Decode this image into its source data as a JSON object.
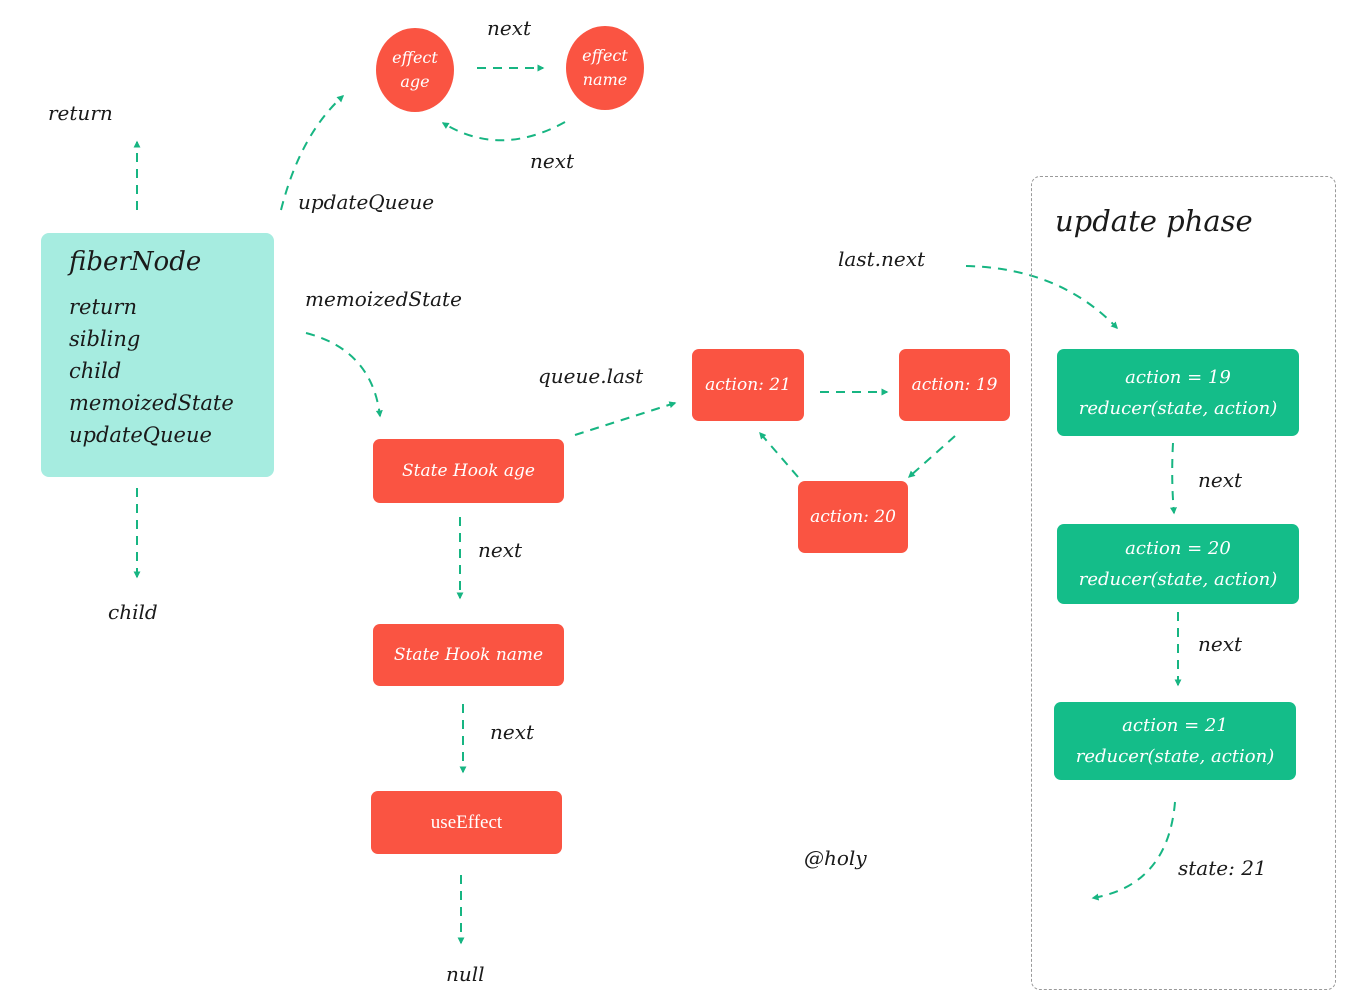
{
  "fiber_node": {
    "title": "fiberNode",
    "fields": [
      "return",
      "sibling",
      "child",
      "memoizedState",
      "updateQueue"
    ]
  },
  "labels": {
    "return": "return",
    "child": "child",
    "update_queue": "updateQueue",
    "memoized_state": "memoizedState",
    "next_top": "next",
    "next_effect_back": "next",
    "queue_last": "queue.last",
    "last_next": "last.next",
    "next_hook_1": "next",
    "next_hook_2": "next",
    "null": "null",
    "next_update_1": "next",
    "next_update_2": "next",
    "state_result": "state: 21",
    "watermark": "@holy"
  },
  "effects": [
    {
      "line1": "effect",
      "line2": "age"
    },
    {
      "line1": "effect",
      "line2": "name"
    }
  ],
  "hooks": [
    "State Hook age",
    "State Hook name",
    "useEffect"
  ],
  "actions": [
    "action: 21",
    "action: 19",
    "action: 20"
  ],
  "update_phase": {
    "title": "update phase",
    "steps": [
      {
        "action": "action = 19",
        "reducer": "reducer(state, action)"
      },
      {
        "action": "action = 20",
        "reducer": "reducer(state, action)"
      },
      {
        "action": "action = 21",
        "reducer": "reducer(state, action)"
      }
    ]
  },
  "colors": {
    "fiber_fill": "#a6ece0",
    "red_node": "#fa5442",
    "green_node": "#14bd89",
    "arrow": "#17b582",
    "phase_border": "#9a9a9a"
  }
}
